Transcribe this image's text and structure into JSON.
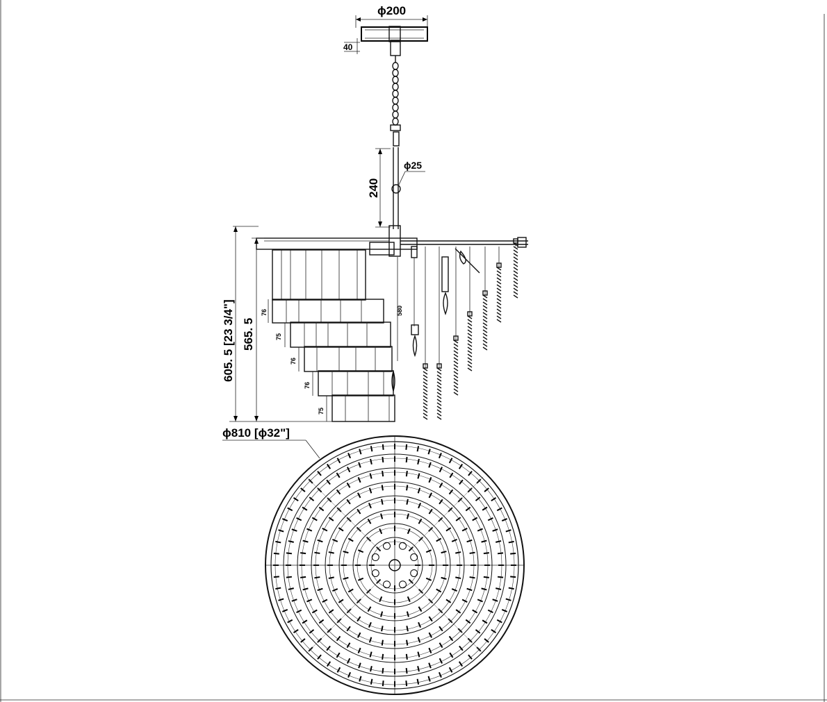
{
  "dimensions": {
    "canopy_diameter": "ϕ200",
    "canopy_height": "40",
    "rod_length": "240",
    "ring_diameter": "ϕ25",
    "total_height": "605. 5 [23 3/4\"]",
    "body_height": "565. 5",
    "overall_diameter": "ϕ810 [ϕ32\"]",
    "tier_heights": [
      "76",
      "75",
      "76",
      "76",
      "75"
    ],
    "drop_length": "580"
  },
  "colors": {
    "line": "#111111",
    "background": "#ffffff"
  }
}
